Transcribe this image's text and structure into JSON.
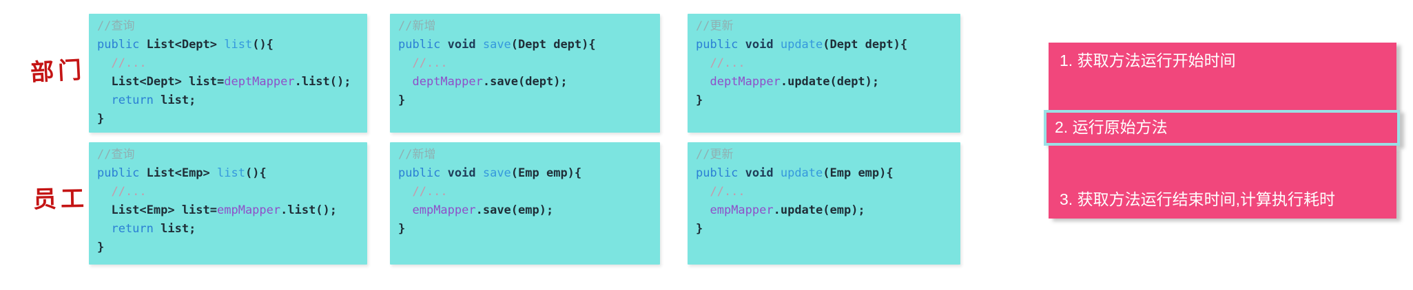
{
  "colors": {
    "code_bg": "#7ce4e0",
    "pink": "#f1477c",
    "cyan_border": "#9ae0e6",
    "label_red": "#c41414",
    "comment": "#8fb0b2",
    "comment_dots": "#c799a9",
    "keyword": "#2b7fd4",
    "method": "#3598dc",
    "void_kw": "#1f3d58",
    "plain": "#1f2d37",
    "mapper": "#8f4fc8",
    "step_text": "#ffffff"
  },
  "row_labels": [
    {
      "text": "部门"
    },
    {
      "text": "员工"
    }
  ],
  "code_blocks": [
    {
      "name": "dept-list",
      "lines": [
        [
          {
            "c": "cm",
            "t": "//查询"
          }
        ],
        [
          {
            "c": "kw",
            "t": "public "
          },
          {
            "c": "pl",
            "t": "List<Dept> "
          },
          {
            "c": "mt",
            "t": "list"
          },
          {
            "c": "pl",
            "t": "(){"
          }
        ],
        [
          {
            "c": "cd",
            "t": "  //..."
          }
        ],
        [
          {
            "c": "pl",
            "t": "  List<Dept> list="
          },
          {
            "c": "mp",
            "t": "deptMapper"
          },
          {
            "c": "pl",
            "t": ".list();"
          }
        ],
        [
          {
            "c": "kw",
            "t": "  return"
          },
          {
            "c": "pl",
            "t": " list;"
          }
        ],
        [
          {
            "c": "pl",
            "t": "}"
          }
        ]
      ]
    },
    {
      "name": "dept-save",
      "lines": [
        [
          {
            "c": "cm",
            "t": "//新增"
          }
        ],
        [
          {
            "c": "kw",
            "t": "public "
          },
          {
            "c": "vd",
            "t": "void "
          },
          {
            "c": "mt",
            "t": "save"
          },
          {
            "c": "pl",
            "t": "(Dept dept){"
          }
        ],
        [
          {
            "c": "cd",
            "t": "  //..."
          }
        ],
        [
          {
            "c": "pl",
            "t": "  "
          },
          {
            "c": "mp",
            "t": "deptMapper"
          },
          {
            "c": "pl",
            "t": ".save(dept);"
          }
        ],
        [
          {
            "c": "pl",
            "t": "}"
          }
        ]
      ]
    },
    {
      "name": "dept-update",
      "lines": [
        [
          {
            "c": "cm",
            "t": "//更新"
          }
        ],
        [
          {
            "c": "kw",
            "t": "public "
          },
          {
            "c": "vd",
            "t": "void "
          },
          {
            "c": "mt",
            "t": "update"
          },
          {
            "c": "pl",
            "t": "(Dept dept){"
          }
        ],
        [
          {
            "c": "cd",
            "t": "  //..."
          }
        ],
        [
          {
            "c": "pl",
            "t": "  "
          },
          {
            "c": "mp",
            "t": "deptMapper"
          },
          {
            "c": "pl",
            "t": ".update(dept);"
          }
        ],
        [
          {
            "c": "pl",
            "t": "}"
          }
        ]
      ]
    },
    {
      "name": "emp-list",
      "lines": [
        [
          {
            "c": "cm",
            "t": "//查询"
          }
        ],
        [
          {
            "c": "kw",
            "t": "public "
          },
          {
            "c": "pl",
            "t": "List<Emp> "
          },
          {
            "c": "mt",
            "t": "list"
          },
          {
            "c": "pl",
            "t": "(){"
          }
        ],
        [
          {
            "c": "cd",
            "t": "  //..."
          }
        ],
        [
          {
            "c": "pl",
            "t": "  List<Emp> list="
          },
          {
            "c": "mp",
            "t": "empMapper"
          },
          {
            "c": "pl",
            "t": ".list();"
          }
        ],
        [
          {
            "c": "kw",
            "t": "  return"
          },
          {
            "c": "pl",
            "t": " list;"
          }
        ],
        [
          {
            "c": "pl",
            "t": "}"
          }
        ]
      ]
    },
    {
      "name": "emp-save",
      "lines": [
        [
          {
            "c": "cm",
            "t": "//新增"
          }
        ],
        [
          {
            "c": "kw",
            "t": "public "
          },
          {
            "c": "vd",
            "t": "void "
          },
          {
            "c": "mt",
            "t": "save"
          },
          {
            "c": "pl",
            "t": "(Emp emp){"
          }
        ],
        [
          {
            "c": "cd",
            "t": "  //..."
          }
        ],
        [
          {
            "c": "pl",
            "t": "  "
          },
          {
            "c": "mp",
            "t": "empMapper"
          },
          {
            "c": "pl",
            "t": ".save(emp);"
          }
        ],
        [
          {
            "c": "pl",
            "t": "}"
          }
        ]
      ]
    },
    {
      "name": "emp-update",
      "lines": [
        [
          {
            "c": "cm",
            "t": "//更新"
          }
        ],
        [
          {
            "c": "kw",
            "t": "public "
          },
          {
            "c": "vd",
            "t": "void "
          },
          {
            "c": "mt",
            "t": "update"
          },
          {
            "c": "pl",
            "t": "(Emp emp){"
          }
        ],
        [
          {
            "c": "cd",
            "t": "  //..."
          }
        ],
        [
          {
            "c": "pl",
            "t": "  "
          },
          {
            "c": "mp",
            "t": "empMapper"
          },
          {
            "c": "pl",
            "t": ".update(emp);"
          }
        ],
        [
          {
            "c": "pl",
            "t": "}"
          }
        ]
      ]
    }
  ],
  "steps": [
    {
      "label": "1. 获取方法运行开始时间",
      "highlighted": false
    },
    {
      "label": "2. 运行原始方法",
      "highlighted": true
    },
    {
      "label": "3. 获取方法运行结束时间,计算执行耗时",
      "highlighted": false
    }
  ]
}
